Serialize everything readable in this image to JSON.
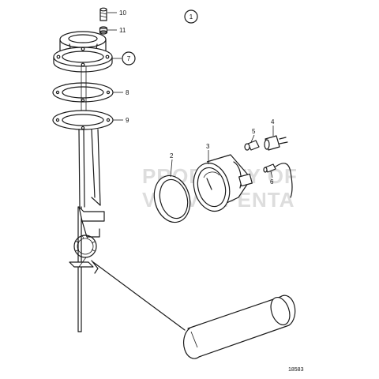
{
  "diagram": {
    "figure_number": "1",
    "reference_code": "18583",
    "callouts": [
      "10",
      "11",
      "7",
      "8",
      "9",
      "5",
      "4",
      "2",
      "3",
      "6"
    ],
    "watermark_lines": [
      "PROPERTY OF",
      "VOLVO PENTA"
    ]
  }
}
